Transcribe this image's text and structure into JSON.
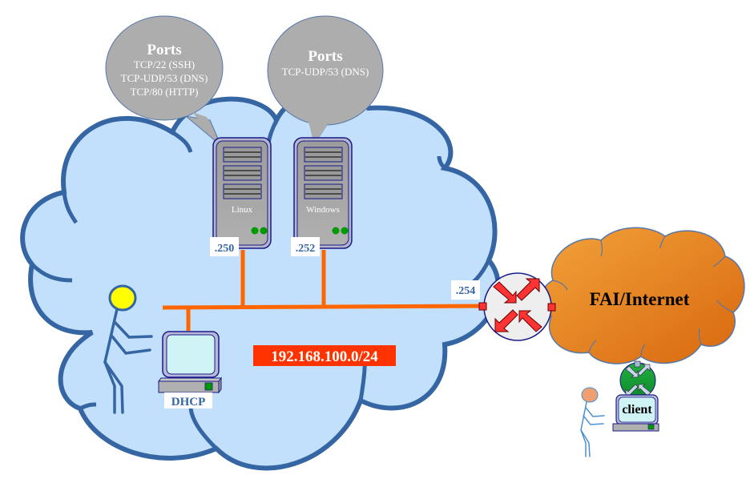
{
  "diagram": {
    "lan": {
      "subnet": "192.168.100.0/24",
      "cloud_color": "#c2e0fb",
      "cloud_outline": "#3566a3",
      "link_color": "#ff6600"
    },
    "servers": [
      {
        "name": "Linux",
        "ip_suffix": ".250",
        "bubble_title": "Ports",
        "bubble_lines": [
          "TCP/22 (SSH)",
          "TCP-UDP/53 (DNS)",
          "TCP/80 (HTTP)"
        ]
      },
      {
        "name": "Windows",
        "ip_suffix": ".252",
        "bubble_title": "Ports",
        "bubble_lines": [
          "TCP-UDP/53 (DNS)"
        ]
      }
    ],
    "dhcp": {
      "label": "DHCP"
    },
    "router": {
      "ip_suffix": ".254"
    },
    "internet": {
      "label": "FAI/Internet",
      "color": "#e8892a"
    },
    "client": {
      "label": "client"
    },
    "colors": {
      "subnet_badge": "#ff3300",
      "server_body": "#a0a0a0",
      "router_arrow": "#ff3333",
      "user_head": "#ffff00",
      "client_head": "#f0a070",
      "client_router": "#00a030"
    }
  }
}
